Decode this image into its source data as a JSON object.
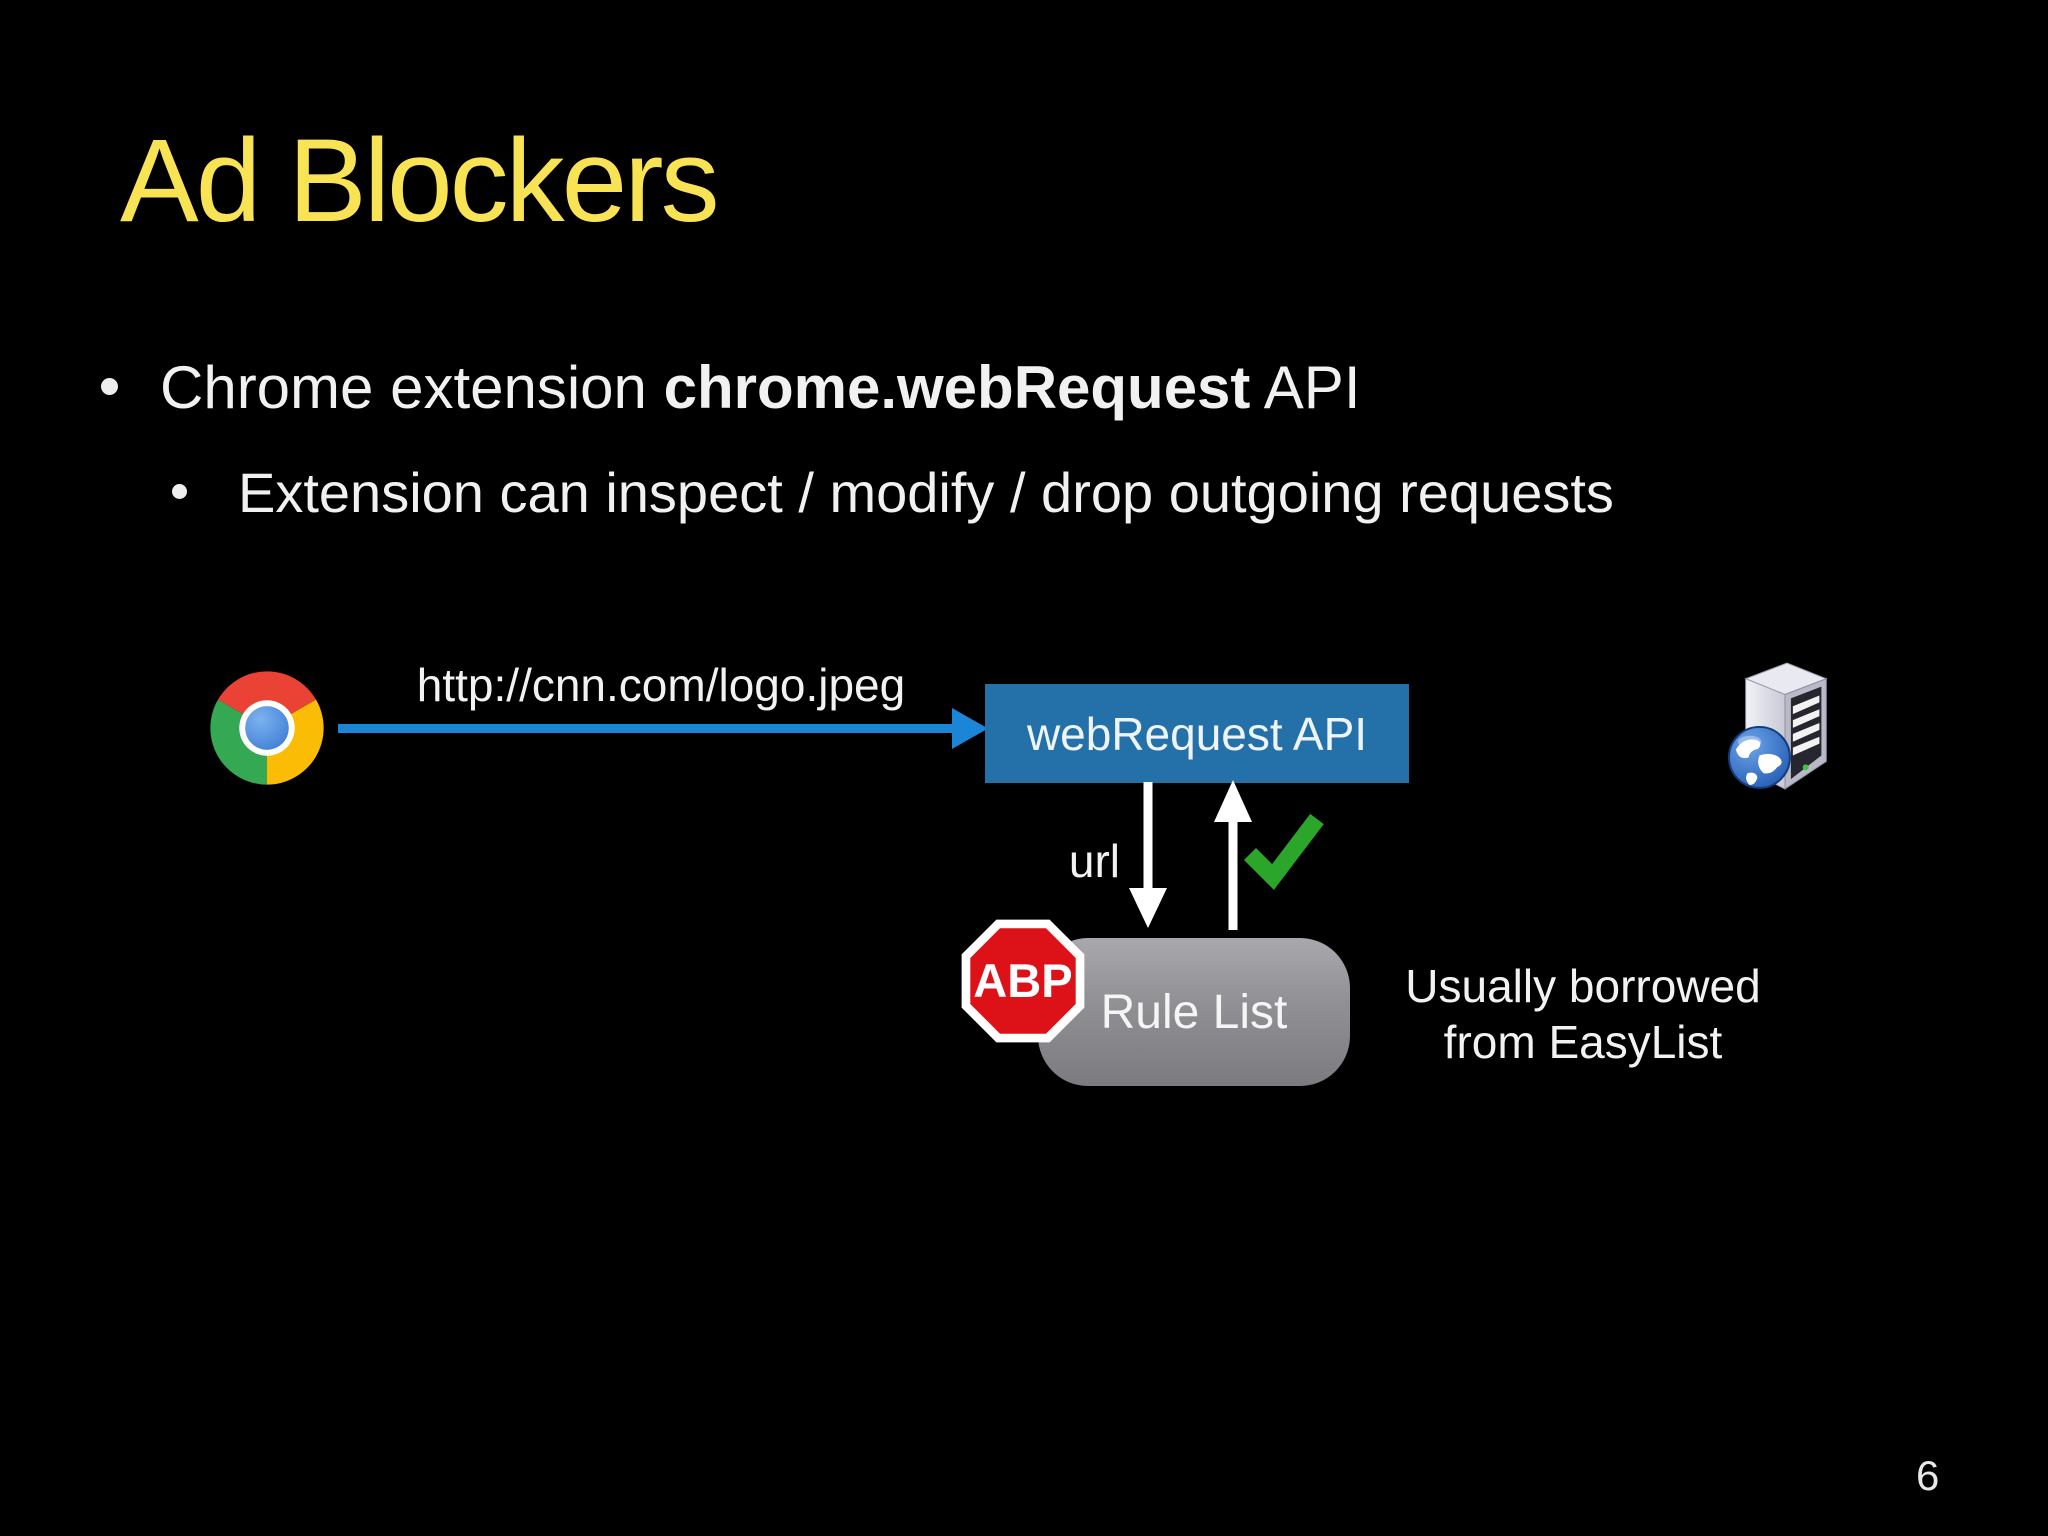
{
  "slide": {
    "title": "Ad Blockers",
    "page_number": "6",
    "background_color": "#000000",
    "title_color": "#F8E355"
  },
  "bullets": {
    "level1": {
      "pre": "Chrome extension ",
      "bold": "chrome.webRequest",
      "post": " API"
    },
    "level2": "Extension can inspect / modify / drop outgoing requests"
  },
  "diagram": {
    "request_url": "http://cnn.com/logo.jpeg",
    "api_box": {
      "label": "webRequest API",
      "color": "#2470A8"
    },
    "url_label": "url",
    "abp_badge": {
      "label": "ABP",
      "color": "#DD1218"
    },
    "rule_list": {
      "label": "Rule List"
    },
    "note": {
      "line1": "Usually borrowed",
      "line2": "from EasyList"
    },
    "arrow_blue": "#1B86D8",
    "check_green": "#2BA62B",
    "icons": [
      "chrome-browser-icon",
      "web-server-icon",
      "abp-stop-sign-icon",
      "green-check-icon"
    ]
  }
}
